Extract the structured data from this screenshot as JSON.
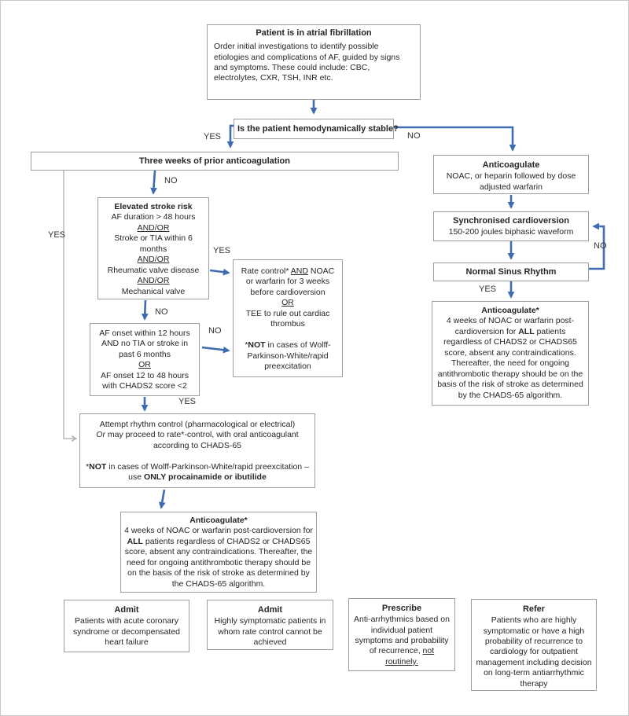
{
  "colors": {
    "arrow_blue": "#3f6cb1",
    "connector_gray": "#a6a6a6",
    "box_border": "#9e9e9e",
    "text": "#262626",
    "background": "#ffffff"
  },
  "labels": {
    "yes": "YES",
    "no": "NO"
  },
  "nodes": {
    "start": {
      "title": "Patient is in atrial fibrillation",
      "body": "Order initial investigations to identify possible etiologies and complications of AF, guided by signs and symptoms. These could include: CBC, electrolytes, CXR, TSH, INR etc."
    },
    "stable": {
      "title": "Is the patient hemodynamically stable?"
    },
    "three_weeks": {
      "title": "Three weeks of prior anticoagulation"
    },
    "elevated_risk": {
      "rich": [
        [
          {
            "t": "Elevated stroke risk",
            "s": "b"
          }
        ],
        [
          {
            "t": "AF duration > 48 hours"
          }
        ],
        [
          {
            "t": "AND/OR",
            "s": "u"
          }
        ],
        [
          {
            "t": "Stroke or TIA within 6 months"
          }
        ],
        [
          {
            "t": "AND/OR",
            "s": "u"
          }
        ],
        [
          {
            "t": "Rheumatic valve disease"
          }
        ],
        [
          {
            "t": "AND/OR",
            "s": "u"
          }
        ],
        [
          {
            "t": "Mechanical valve"
          }
        ]
      ]
    },
    "af_onset": {
      "rich": [
        [
          {
            "t": "AF onset within 12 hours AND no TIA or stroke in past 6 months"
          }
        ],
        [
          {
            "t": "OR",
            "s": "u"
          }
        ],
        [
          {
            "t": "AF onset 12 to 48 hours with CHADS2 score <2"
          }
        ]
      ]
    },
    "rate_control": {
      "rich": [
        [
          {
            "t": "Rate control* "
          },
          {
            "t": "AND",
            "s": "u"
          },
          {
            "t": " NOAC or warfarin for 3 weeks before cardioversion"
          }
        ],
        [
          {
            "t": "OR",
            "s": "u"
          }
        ],
        [
          {
            "t": "TEE to rule out cardiac thrombus"
          }
        ],
        [],
        [
          {
            "t": "*"
          },
          {
            "t": "NOT",
            "s": "b"
          },
          {
            "t": " in cases of Wolff-Parkinson-White/rapid preexcitation"
          }
        ]
      ]
    },
    "attempt_rhythm": {
      "rich": [
        [
          {
            "t": "Attempt rhythm control (pharmacological or electrical)"
          }
        ],
        [
          {
            "t": "Or",
            "s": "i"
          },
          {
            "t": " may proceed to rate*-control, with oral anticoagulant according to CHADS-65"
          }
        ],
        [],
        [
          {
            "t": "*"
          },
          {
            "t": "NOT",
            "s": "b"
          },
          {
            "t": " in cases of Wolff-Parkinson-White/rapid preexcitation – use "
          },
          {
            "t": "ONLY procainamide or ibutilide",
            "s": "b"
          }
        ]
      ]
    },
    "anticoagulate_left": {
      "rich": [
        [
          {
            "t": "Anticoagulate*",
            "s": "b"
          }
        ],
        [
          {
            "t": "4 weeks of NOAC or warfarin post-cardioversion for "
          },
          {
            "t": "ALL",
            "s": "b"
          },
          {
            "t": " patients regardless of CHADS2 or CHADS65 score, absent any contraindications.  Thereafter, the need for ongoing antithrombotic therapy should be on the basis of the risk of stroke as determined by the CHADS-65 algorithm."
          }
        ]
      ]
    },
    "anticoagulate_ne": {
      "title": "Anticoagulate",
      "body": "NOAC, or heparin followed by dose adjusted warfarin"
    },
    "sync_cardioversion": {
      "title": "Synchronised cardioversion",
      "body": "150-200 joules biphasic waveform"
    },
    "normal_sinus": {
      "title": "Normal Sinus Rhythm"
    },
    "anticoagulate_right": {
      "rich": [
        [
          {
            "t": "Anticoagulate*",
            "s": "b"
          }
        ],
        [
          {
            "t": "4 weeks of NOAC or warfarin post-cardioversion for "
          },
          {
            "t": "ALL",
            "s": "b"
          },
          {
            "t": " patients regardless of CHADS2 or CHADS65 score, absent any contraindications. Thereafter, the need for ongoing antithrombotic therapy should be on the basis of the risk of stroke as determined by the CHADS-65 algorithm."
          }
        ]
      ]
    },
    "admit_acs": {
      "title": "Admit",
      "body": "Patients with acute coronary syndrome or decompensated heart failure"
    },
    "admit_symptomatic": {
      "title": "Admit",
      "body": "Highly symptomatic patients in whom rate control cannot be achieved"
    },
    "prescribe": {
      "title": "Prescribe",
      "rich": [
        [
          {
            "t": "Anti-arrhythmics based on individual patient symptoms and probability of recurrence, "
          },
          {
            "t": "not routinely.",
            "s": "u"
          }
        ]
      ]
    },
    "refer": {
      "title": "Refer",
      "body": "Patients who are highly symptomatic or have a high probability of recurrence to cardiology for outpatient management including decision on long-term antiarrhythmic therapy"
    }
  }
}
